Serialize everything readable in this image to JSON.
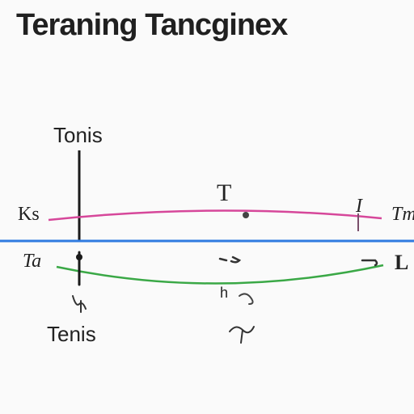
{
  "title": "Teraning Tancginex",
  "labels": {
    "top_left": "Tonis",
    "bottom_left": "Tenis",
    "left_upper": "Ks",
    "left_lower": "Ta",
    "center_top": "T",
    "right_top_tick": "I",
    "right_upper": "Tm",
    "right_lower": "L",
    "center_small": "h",
    "bottom_center": "r"
  },
  "colors": {
    "upper_curve": "#d6479a",
    "baseline": "#2f7be0",
    "lower_curve": "#3aa846",
    "vertical_line": "#1a1a1a",
    "text": "#222222"
  }
}
